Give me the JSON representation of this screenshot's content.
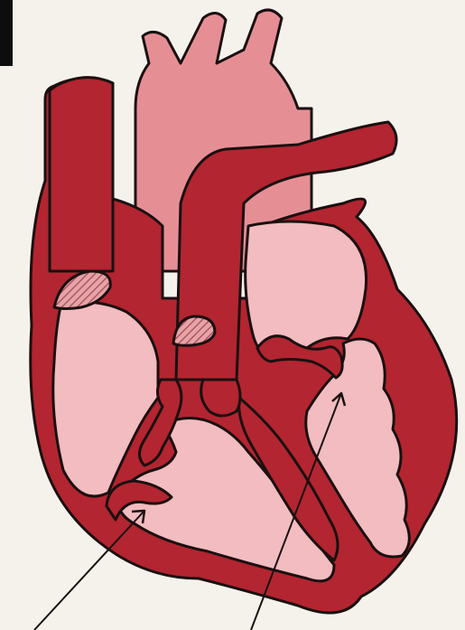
{
  "figure": {
    "subject": "heart-cross-section",
    "colors": {
      "background": "#f5f2ec",
      "muscle": "#b32530",
      "chamber": "#f2bcc0",
      "aorta": "#e58f95",
      "valve_hatch": "#c06a70",
      "outline": "#1a1010",
      "corner_block": "#0d0d0d"
    },
    "arrows": [
      {
        "points_to": "tricuspid-valve"
      },
      {
        "points_to": "mitral-valve"
      }
    ]
  }
}
